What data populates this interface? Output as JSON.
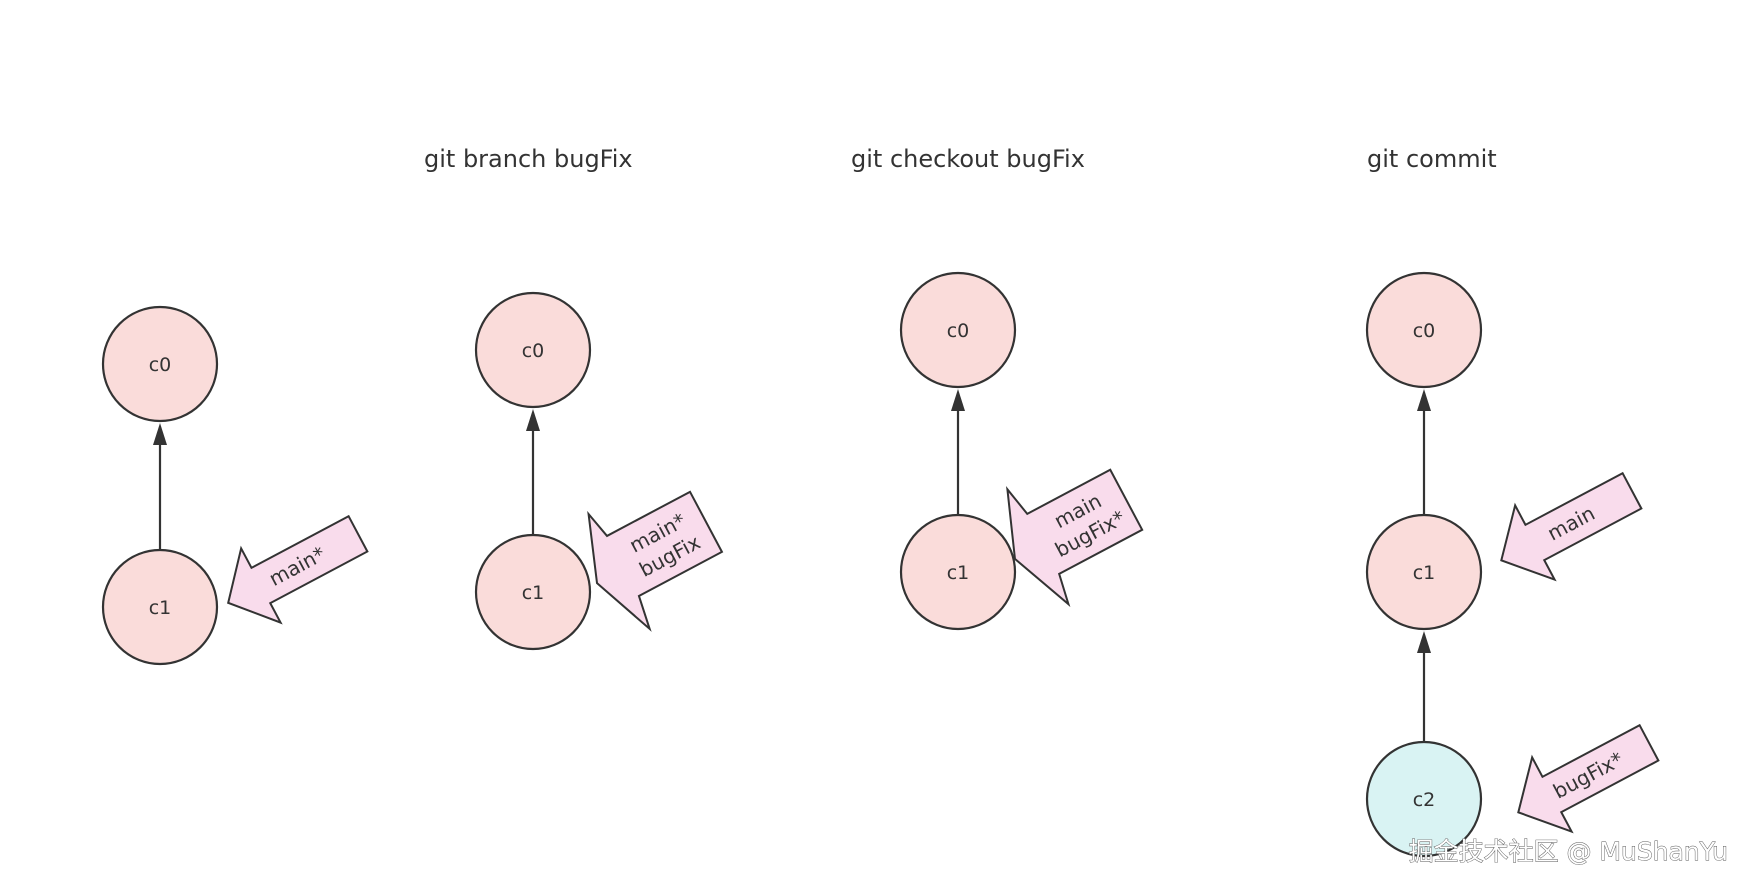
{
  "steps": [
    {
      "title": "",
      "nodes": [
        {
          "label": "c0",
          "color": "#fadcda"
        },
        {
          "label": "c1",
          "color": "#fadcda"
        }
      ],
      "pointers": [
        {
          "lines": [
            "main*"
          ]
        }
      ]
    },
    {
      "title": "git branch bugFix",
      "nodes": [
        {
          "label": "c0",
          "color": "#fadcda"
        },
        {
          "label": "c1",
          "color": "#fadcda"
        }
      ],
      "pointers": [
        {
          "lines": [
            "main*",
            "bugFix"
          ]
        }
      ]
    },
    {
      "title": "git checkout bugFix",
      "nodes": [
        {
          "label": "c0",
          "color": "#fadcda"
        },
        {
          "label": "c1",
          "color": "#fadcda"
        }
      ],
      "pointers": [
        {
          "lines": [
            "main",
            "bugFix*"
          ]
        }
      ]
    },
    {
      "title": "git commit",
      "nodes": [
        {
          "label": "c0",
          "color": "#fadcda"
        },
        {
          "label": "c1",
          "color": "#fadcda"
        },
        {
          "label": "c2",
          "color": "#d9f3f3"
        }
      ],
      "pointers": [
        {
          "lines": [
            "main"
          ]
        },
        {
          "lines": [
            "bugFix*"
          ]
        }
      ]
    }
  ],
  "colors": {
    "commit": "#fadcda",
    "new_commit": "#d9f3f3",
    "pointer_fill": "#f9dcec",
    "stroke": "#333333"
  },
  "watermark": "掘金技术社区 @ MuShanYu"
}
